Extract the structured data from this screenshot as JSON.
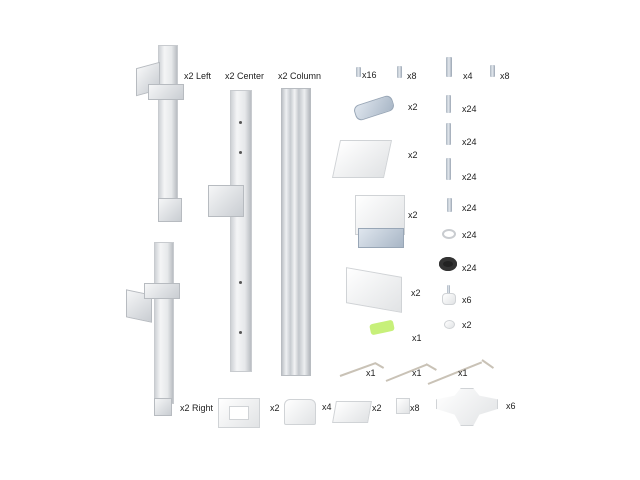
{
  "image": {
    "description": "Monitor mount / desk bracket kit parts layout on white background",
    "background": "#ffffff"
  },
  "parts": {
    "arm_left": {
      "label": "x2 Left"
    },
    "arm_right": {
      "label": "x2 Right"
    },
    "center_rail": {
      "label": "x2 Center"
    },
    "column": {
      "label": "x2 Column"
    },
    "small_screw_a": {
      "label": "x16"
    },
    "small_screw_b": {
      "label": "x8"
    },
    "cap_screw": {
      "label": "x4"
    },
    "flat_screw": {
      "label": "x8"
    },
    "zinc_plate": {
      "label": "x2"
    },
    "white_plate": {
      "label": "x2"
    },
    "u_clamp": {
      "label": "x2"
    },
    "bent_bracket": {
      "label": "x2"
    },
    "bubble_level": {
      "label": "x1"
    },
    "bolt_1": {
      "label": "x24"
    },
    "bolt_2": {
      "label": "x24"
    },
    "bolt_3": {
      "label": "x24"
    },
    "bolt_4": {
      "label": "x24"
    },
    "washer": {
      "label": "x24"
    },
    "rubber_ring": {
      "label": "x24"
    },
    "thumb_screw": {
      "label": "x6"
    },
    "cap_dot": {
      "label": "x2"
    },
    "hex_key_small": {
      "label": "x1"
    },
    "hex_key_medium": {
      "label": "x1"
    },
    "hex_key_large": {
      "label": "x1"
    },
    "square_frame": {
      "label": "x2"
    },
    "cable_clip": {
      "label": "x4"
    },
    "end_cap": {
      "label": "x2"
    },
    "small_cube": {
      "label": "x8"
    },
    "vesa_plate": {
      "label": "x6"
    }
  }
}
